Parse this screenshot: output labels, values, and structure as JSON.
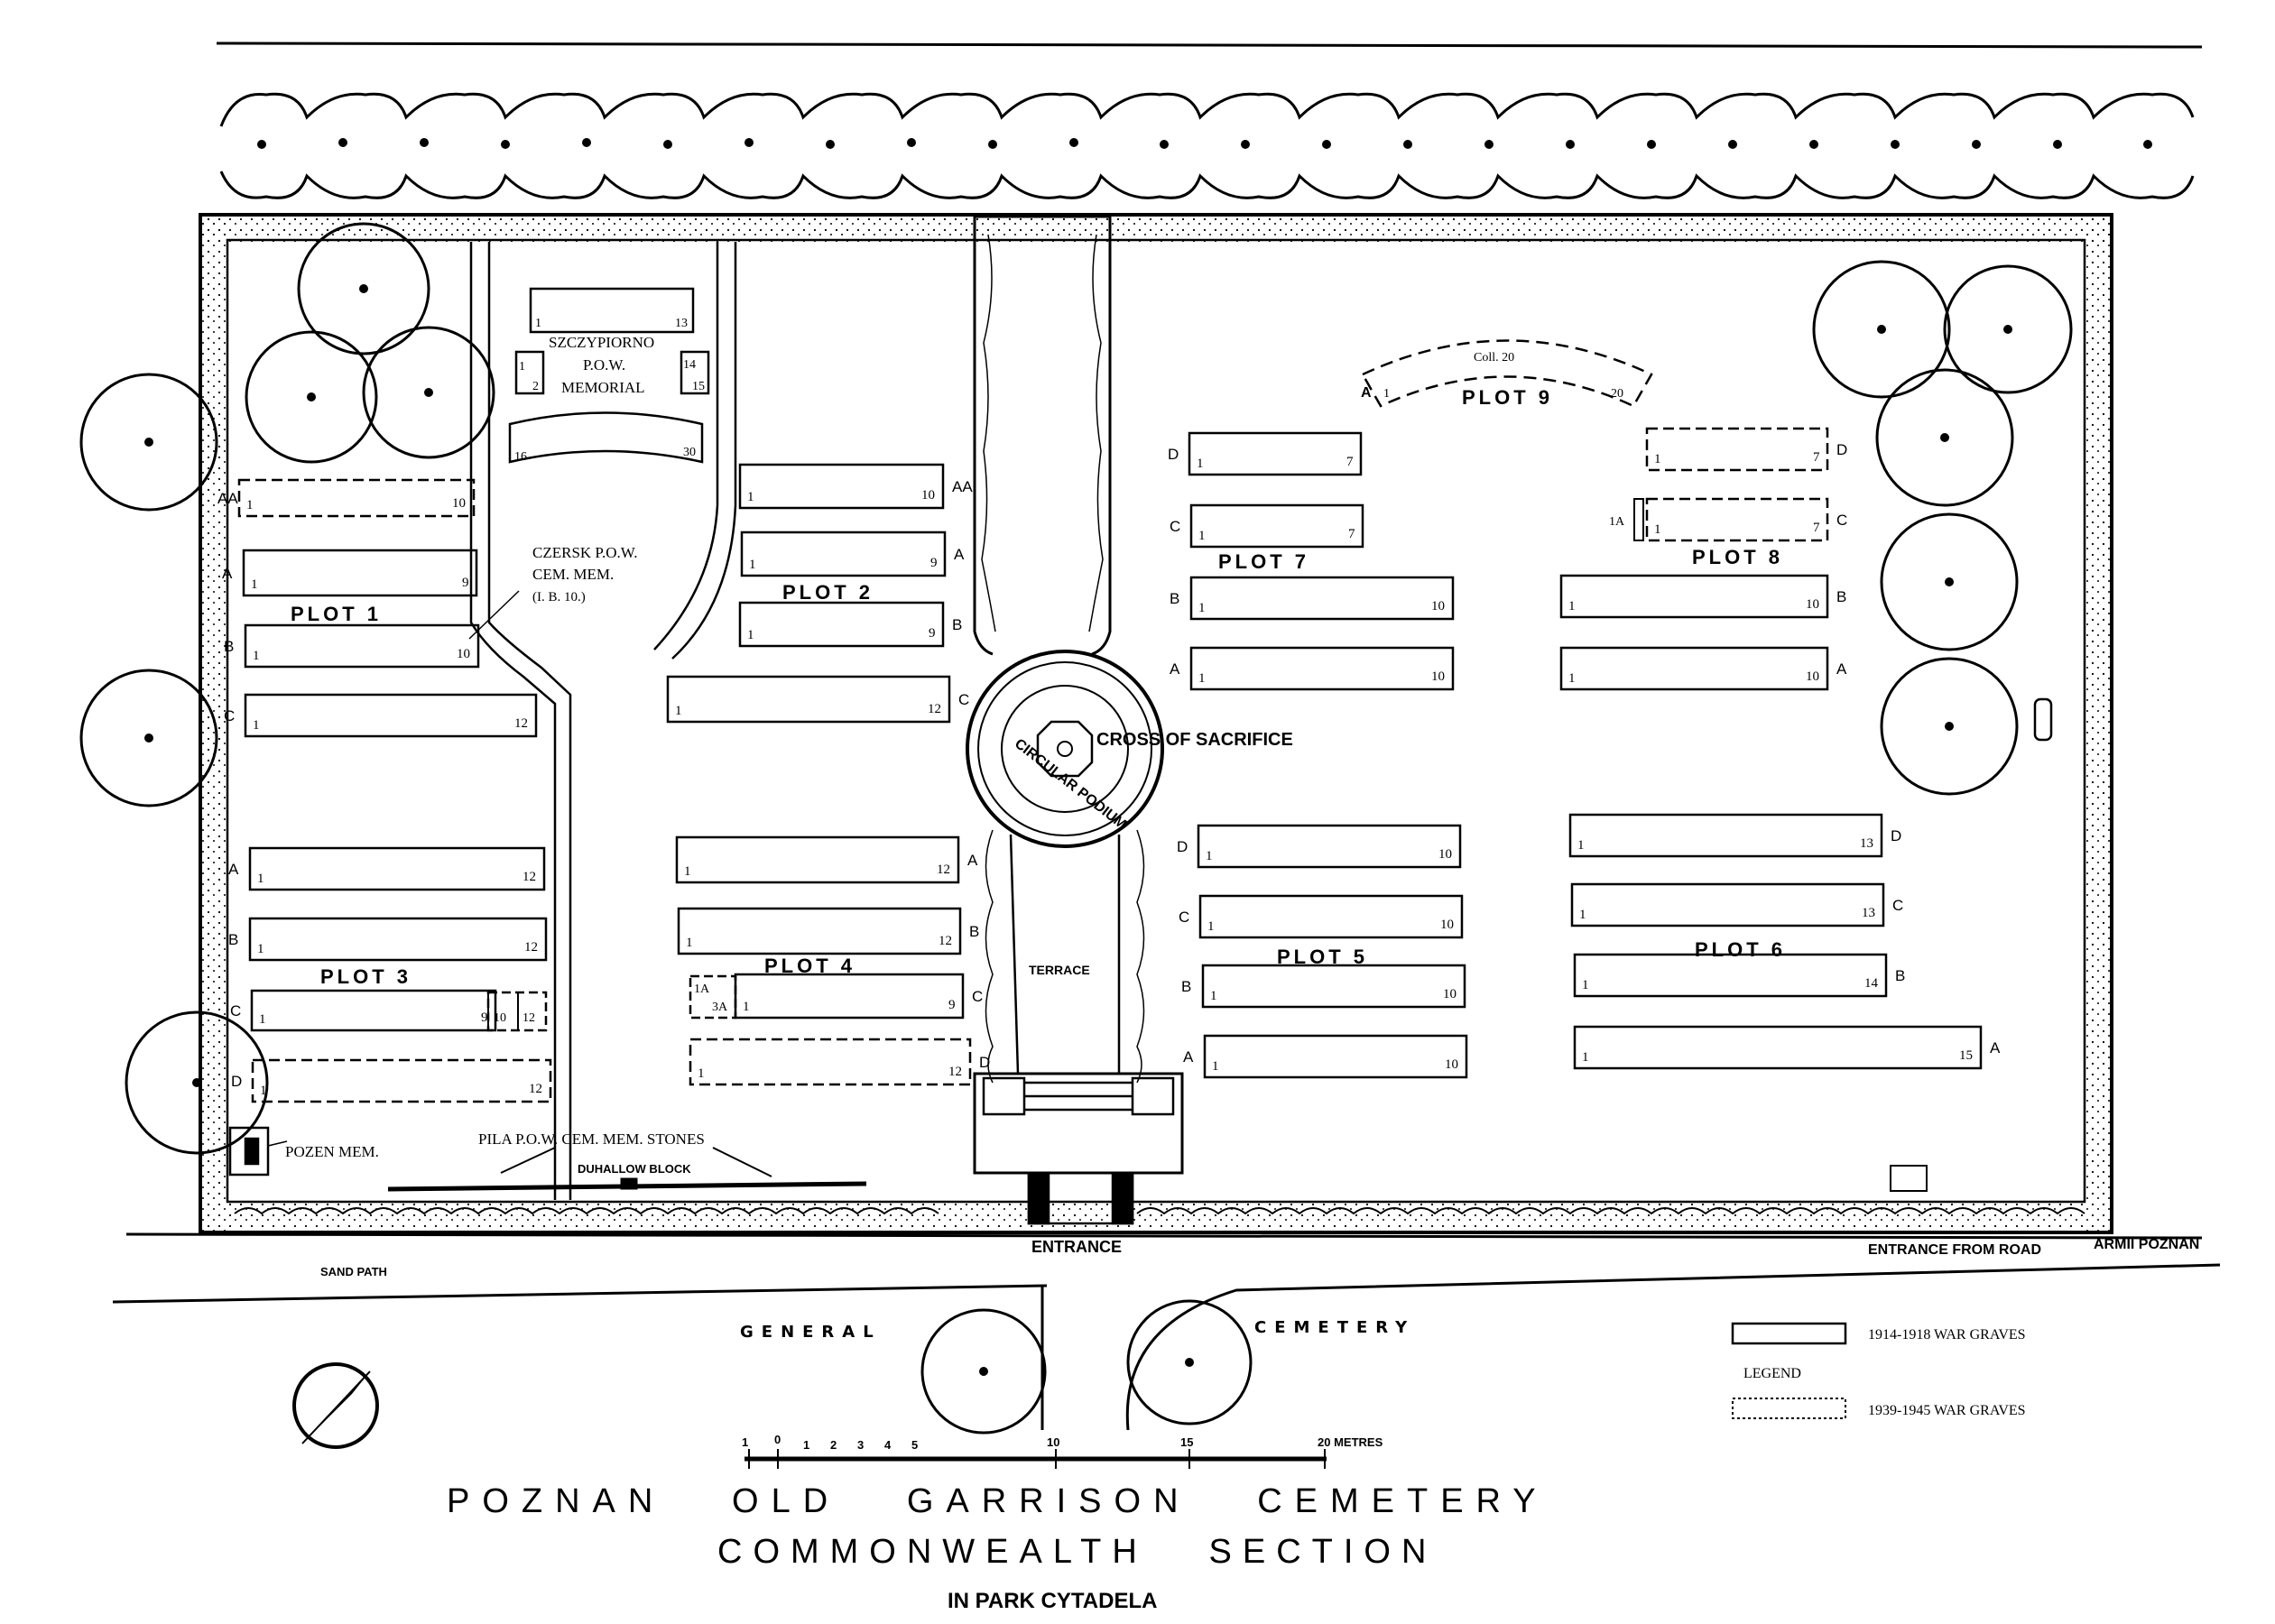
{
  "title": {
    "line1": "POZNAN   OLD   GARRISON   CEMETERY",
    "line2": "COMMONWEALTH   SECTION",
    "line3": "IN PARK CYTADELA"
  },
  "labels": {
    "cross": "CROSS OF SACRIFICE",
    "podium": "CIRCULAR PODIUM",
    "terrace": "TERRACE",
    "entrance": "ENTRANCE",
    "entrance_road": "ENTRANCE FROM ROAD",
    "road_name": "ARMII POZNAN",
    "sand_path": "SAND PATH",
    "general": "GENERAL",
    "cemetery": "CEMETERY",
    "pozen": "POZEN MEM.",
    "pila": "PILA P.O.W. CEM. MEM. STONES",
    "duhallow": "DUHALLOW BLOCK",
    "szcz1": "SZCZYPIORNO",
    "szcz2": "P.O.W.",
    "szcz3": "MEMORIAL",
    "czersk1": "CZERSK P.O.W.",
    "czersk2": "CEM. MEM.",
    "czersk3": "(I. B. 10.)",
    "coll": "Coll. 20",
    "plot1": "PLOT 1",
    "plot2": "PLOT 2",
    "plot3": "PLOT 3",
    "plot4": "PLOT 4",
    "plot5": "PLOT 5",
    "plot6": "PLOT 6",
    "plot7": "PLOT 7",
    "plot8": "PLOT 8",
    "plot9": "PLOT 9"
  },
  "legend": {
    "title": "LEGEND",
    "ww1": "1914-1918 WAR GRAVES",
    "ww2": "1939-1945 WAR GRAVES"
  },
  "scale": {
    "ticks": [
      "1",
      "0",
      "1",
      "2",
      "3",
      "4",
      "5",
      "10",
      "15",
      "20 METRES"
    ]
  },
  "rows": {
    "p1AA": {
      "letter": "AA",
      "first": "1",
      "last": "10"
    },
    "p1A": {
      "letter": "A",
      "first": "1",
      "last": "9"
    },
    "p1B": {
      "letter": "B",
      "first": "1",
      "last": "10"
    },
    "p1C": {
      "letter": "C",
      "first": "1",
      "last": "12"
    },
    "p3A": {
      "letter": "A",
      "first": "1",
      "last": "12"
    },
    "p3B": {
      "letter": "B",
      "first": "1",
      "last": "12"
    },
    "p3C": {
      "letter": "C",
      "first": "1",
      "last": "9",
      "extra1": "10",
      "extra2": "12"
    },
    "p3D": {
      "letter": "D",
      "first": "1",
      "last": "12"
    },
    "p2AA": {
      "letter": "AA",
      "first": "1",
      "last": "10"
    },
    "p2A": {
      "letter": "A",
      "first": "1",
      "last": "9"
    },
    "p2B": {
      "letter": "B",
      "first": "1",
      "last": "9"
    },
    "p2C": {
      "letter": "C",
      "first": "1",
      "last": "12"
    },
    "p4A": {
      "letter": "A",
      "first": "1",
      "last": "12"
    },
    "p4B": {
      "letter": "B",
      "first": "1",
      "last": "12"
    },
    "p4C": {
      "letter": "C",
      "first": "1",
      "last": "9",
      "pre1": "1A",
      "pre2": "3A"
    },
    "p4D": {
      "letter": "D",
      "first": "1",
      "last": "12"
    },
    "p7D": {
      "letter": "D",
      "first": "1",
      "last": "7"
    },
    "p7C": {
      "letter": "C",
      "first": "1",
      "last": "7"
    },
    "p7B": {
      "letter": "B",
      "first": "1",
      "last": "10"
    },
    "p7A": {
      "letter": "A",
      "first": "1",
      "last": "10"
    },
    "p8D": {
      "letter": "D",
      "first": "1",
      "last": "7"
    },
    "p8C": {
      "letter": "C",
      "first": "1",
      "last": "7",
      "pre": "1A"
    },
    "p8B": {
      "letter": "B",
      "first": "1",
      "last": "10"
    },
    "p8A": {
      "letter": "A",
      "first": "1",
      "last": "10"
    },
    "p5D": {
      "letter": "D",
      "first": "1",
      "last": "10"
    },
    "p5C": {
      "letter": "C",
      "first": "1",
      "last": "10"
    },
    "p5B": {
      "letter": "B",
      "first": "1",
      "last": "10"
    },
    "p5A": {
      "letter": "A",
      "first": "1",
      "last": "10"
    },
    "p6D": {
      "letter": "D",
      "first": "1",
      "last": "13"
    },
    "p6C": {
      "letter": "C",
      "first": "1",
      "last": "13"
    },
    "p6B": {
      "letter": "B",
      "first": "1",
      "last": "14"
    },
    "p6A": {
      "letter": "A",
      "first": "1",
      "last": "15"
    },
    "szTop": {
      "first": "1",
      "last": "13"
    },
    "szL": {
      "first": "1",
      "last": "2"
    },
    "szR": {
      "first": "14",
      "last": "15"
    },
    "szArc": {
      "first": "16",
      "last": "30"
    },
    "p9": {
      "letter": "A",
      "first": "1",
      "last": "20"
    }
  }
}
